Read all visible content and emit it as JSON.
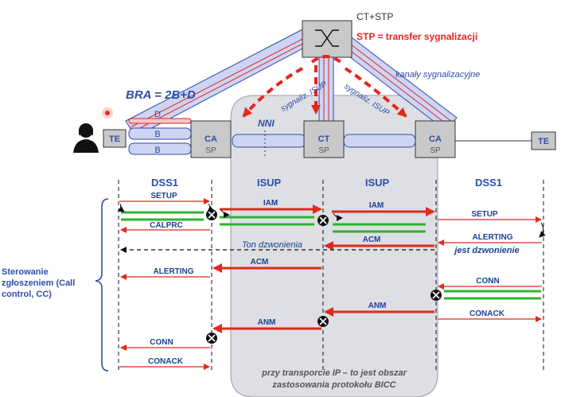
{
  "top": {
    "switch_label": "CT+STP",
    "stp_text": "STP = transfer sygnalizacji",
    "channels_text": "kanały sygnalizacyjne",
    "sig_left": "sygnaliz. ISUP",
    "sig_right": "sygnaliz. ISUP",
    "bra_text": "BRA = 2B+D",
    "nni_text": "NNI"
  },
  "nodes": {
    "te_left": "TE",
    "te_right": "TE",
    "ca_left": "CA",
    "ca_left_sub": "SP",
    "ct": "CT",
    "ct_sub": "SP",
    "ca_right": "CA",
    "ca_right_sub": "SP",
    "ch_d": "D",
    "ch_b1": "B",
    "ch_b2": "B"
  },
  "columns": {
    "dss1_left": "DSS1",
    "isup_1": "ISUP",
    "isup_2": "ISUP",
    "dss1_right": "DSS1"
  },
  "messages": {
    "setup_1": "SETUP",
    "iam_1": "IAM",
    "iam_2": "IAM",
    "setup_2": "SETUP",
    "calprc": "CALPRC",
    "alerting_2": "ALERTING",
    "jest_dzwonienie": "jest dzwonienie",
    "acm_1": "ACM",
    "ton": "Ton dzwonienia",
    "acm_2": "ACM",
    "alerting_1": "ALERTING",
    "conn_2": "CONN",
    "anm_1": "ANM",
    "conack_2": "CONACK",
    "anm_2": "ANM",
    "conn_1": "CONN",
    "conack_1": "CONACK"
  },
  "side_label": [
    "Sterowanie",
    "zgłoszeniem (Call",
    "control, CC)"
  ],
  "bicc_note": [
    "przy transporcie IP – to jest obszar",
    "zastosowania protokołu BICC"
  ],
  "colors": {
    "msg_blue": "#1f3f8f",
    "arrow_red": "#e02a1e",
    "path_green": "#2cb52c",
    "stp_red": "#e8231c",
    "pipe_fill": "#cdd4f4",
    "pipe_stroke": "#2e4ea8",
    "box_fill": "#c9c9c9",
    "cloud_fill": "#dedfe4"
  }
}
